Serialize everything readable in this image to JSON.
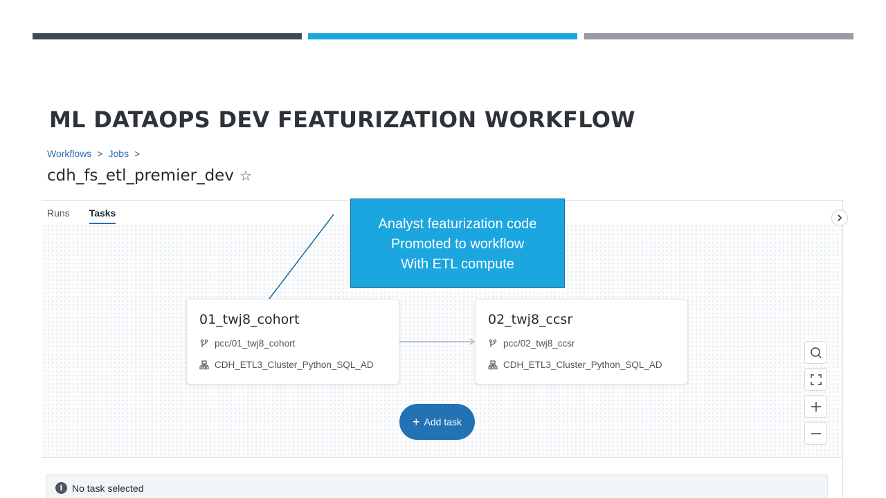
{
  "slide": {
    "title": "ML DATAOPS DEV FEATURIZATION WORKFLOW",
    "accent_colors": [
      "#414a52",
      "#1ba6e0",
      "#959ba1"
    ]
  },
  "breadcrumb": {
    "items": [
      "Workflows",
      "Jobs"
    ],
    "separator": ">"
  },
  "job": {
    "name": "cdh_fs_etl_premier_dev",
    "favorite_icon": "star-outline-icon"
  },
  "tabs": [
    {
      "label": "Runs",
      "active": false
    },
    {
      "label": "Tasks",
      "active": true
    }
  ],
  "callout": {
    "lines": [
      "Analyst featurization code",
      "Promoted to workflow",
      "With ETL compute"
    ],
    "color": "#1ba6e0"
  },
  "tasks": [
    {
      "name": "01_twj8_cohort",
      "path": "pcc/01_twj8_cohort",
      "cluster": "CDH_ETL3_Cluster_Python_SQL_AD",
      "path_icon": "git-branch-icon",
      "cluster_icon": "cluster-icon"
    },
    {
      "name": "02_twj8_ccsr",
      "path": "pcc/02_twj8_ccsr",
      "cluster": "CDH_ETL3_Cluster_Python_SQL_AD",
      "path_icon": "git-branch-icon",
      "cluster_icon": "cluster-icon"
    }
  ],
  "add_task": {
    "label": "Add task",
    "color": "#2272b4"
  },
  "canvas_controls": [
    "search-icon",
    "fit-view-icon",
    "zoom-in-icon",
    "zoom-out-icon"
  ],
  "details": {
    "status": "No task selected"
  }
}
